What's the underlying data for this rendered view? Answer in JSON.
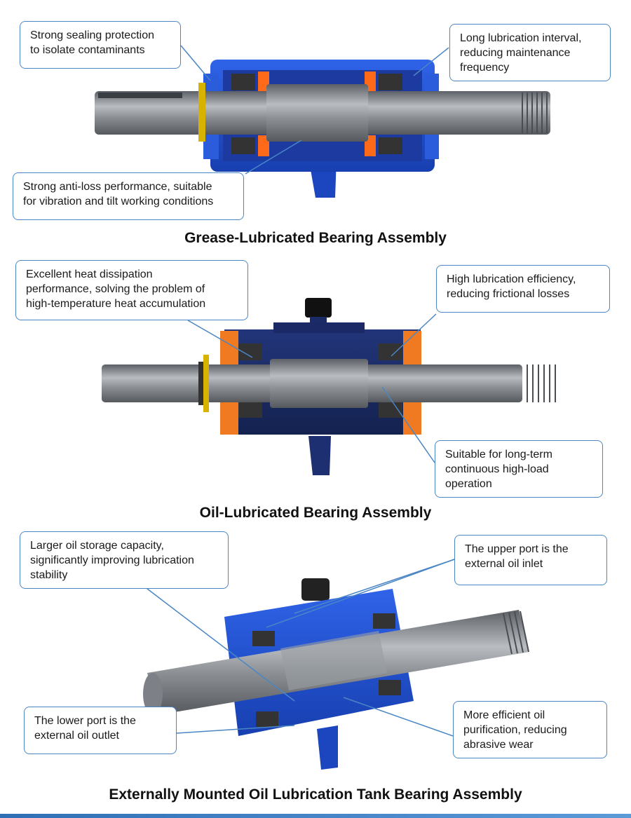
{
  "sections": [
    {
      "title": "Grease-Lubricated Bearing Assembly",
      "callouts": [
        "Strong sealing protection\nto isolate contaminants",
        "Long lubrication interval,\nreducing maintenance\nfrequency",
        "Strong anti-loss performance, suitable\nfor vibration and tilt working conditions"
      ]
    },
    {
      "title": "Oil-Lubricated Bearing Assembly",
      "callouts": [
        "Excellent heat dissipation\nperformance, solving the problem of\nhigh-temperature heat accumulation",
        "High lubrication efficiency,\nreducing frictional losses",
        "Suitable for long-term\ncontinuous high-load\noperation"
      ]
    },
    {
      "title": "Externally Mounted Oil Lubrication Tank Bearing Assembly",
      "callouts": [
        "Larger oil storage capacity,\nsignificantly improving lubrication\nstability",
        "The upper port is the\nexternal oil inlet",
        "The lower port is the\nexternal oil outlet",
        "More efficient oil\npurification, reducing\nabrasive wear"
      ]
    }
  ],
  "colors": {
    "housing": "#1f4fd6",
    "housing_dark": "#17389a",
    "shaft": "#8d9196",
    "seal": "#ff6a1a",
    "leader": "#4a86c5",
    "border": "#4a86c5"
  }
}
